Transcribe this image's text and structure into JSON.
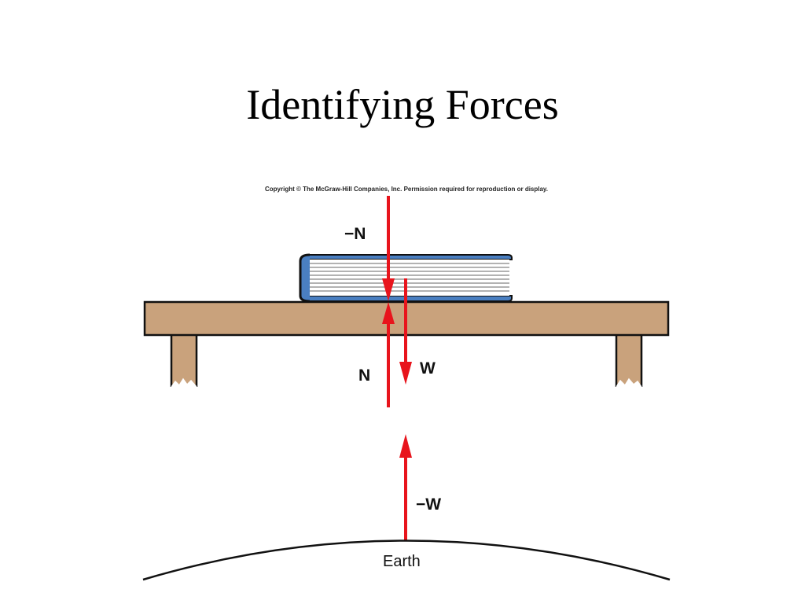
{
  "slide": {
    "title": "Identifying Forces",
    "copyright": "Copyright © The McGraw-Hill Companies, Inc. Permission required for reproduction or display."
  },
  "diagram": {
    "labels": {
      "minus_n": "−N",
      "n": "N",
      "w": "W",
      "minus_w": "−W",
      "earth": "Earth"
    },
    "colors": {
      "force_arrow": "#e8141c",
      "table_wood": "#c9a27c",
      "book_cover": "#4a7fc1",
      "book_pages": "#ffffff",
      "outline": "#111111"
    }
  }
}
